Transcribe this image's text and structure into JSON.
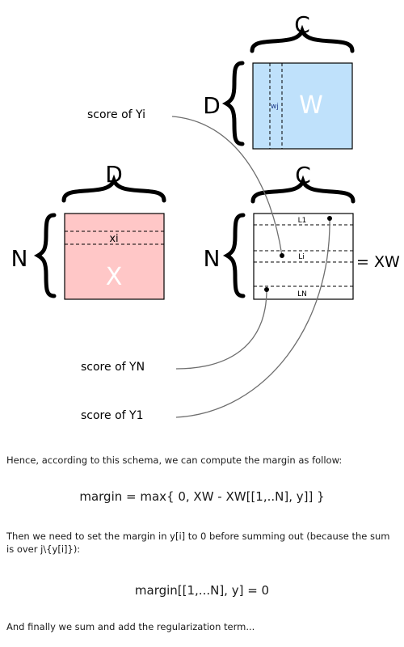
{
  "diagram": {
    "w_matrix": {
      "label": "W",
      "rows_label": "D",
      "cols_label": "C",
      "column_label": "wj"
    },
    "x_matrix": {
      "label": "X",
      "rows_label": "N",
      "cols_label": "D",
      "row_label": "xi"
    },
    "l_matrix": {
      "rows_label": "N",
      "cols_label": "C",
      "row_labels": [
        "L1",
        "Li",
        "LN"
      ],
      "equals_label": "= XW"
    },
    "scores": [
      "score  of Yi",
      "score  of YN",
      "score  of Y1"
    ],
    "colors": {
      "w_fill": "#bfe1fb",
      "x_fill": "#ffc7c7",
      "line": "#6e6e6e"
    }
  },
  "text": {
    "para1": "Hence, according to this schema,  we can compute the margin as follow:",
    "eq1": "margin = max{ 0, XW - XW[[1,..N], y]] }",
    "para2": "Then we need to set the margin in y[i] to 0 before summing out (because the sum is over j\\{y[i]}):",
    "eq2": "margin[[1,...N], y] = 0",
    "para3": "And finally we sum and add the regularization term..."
  }
}
